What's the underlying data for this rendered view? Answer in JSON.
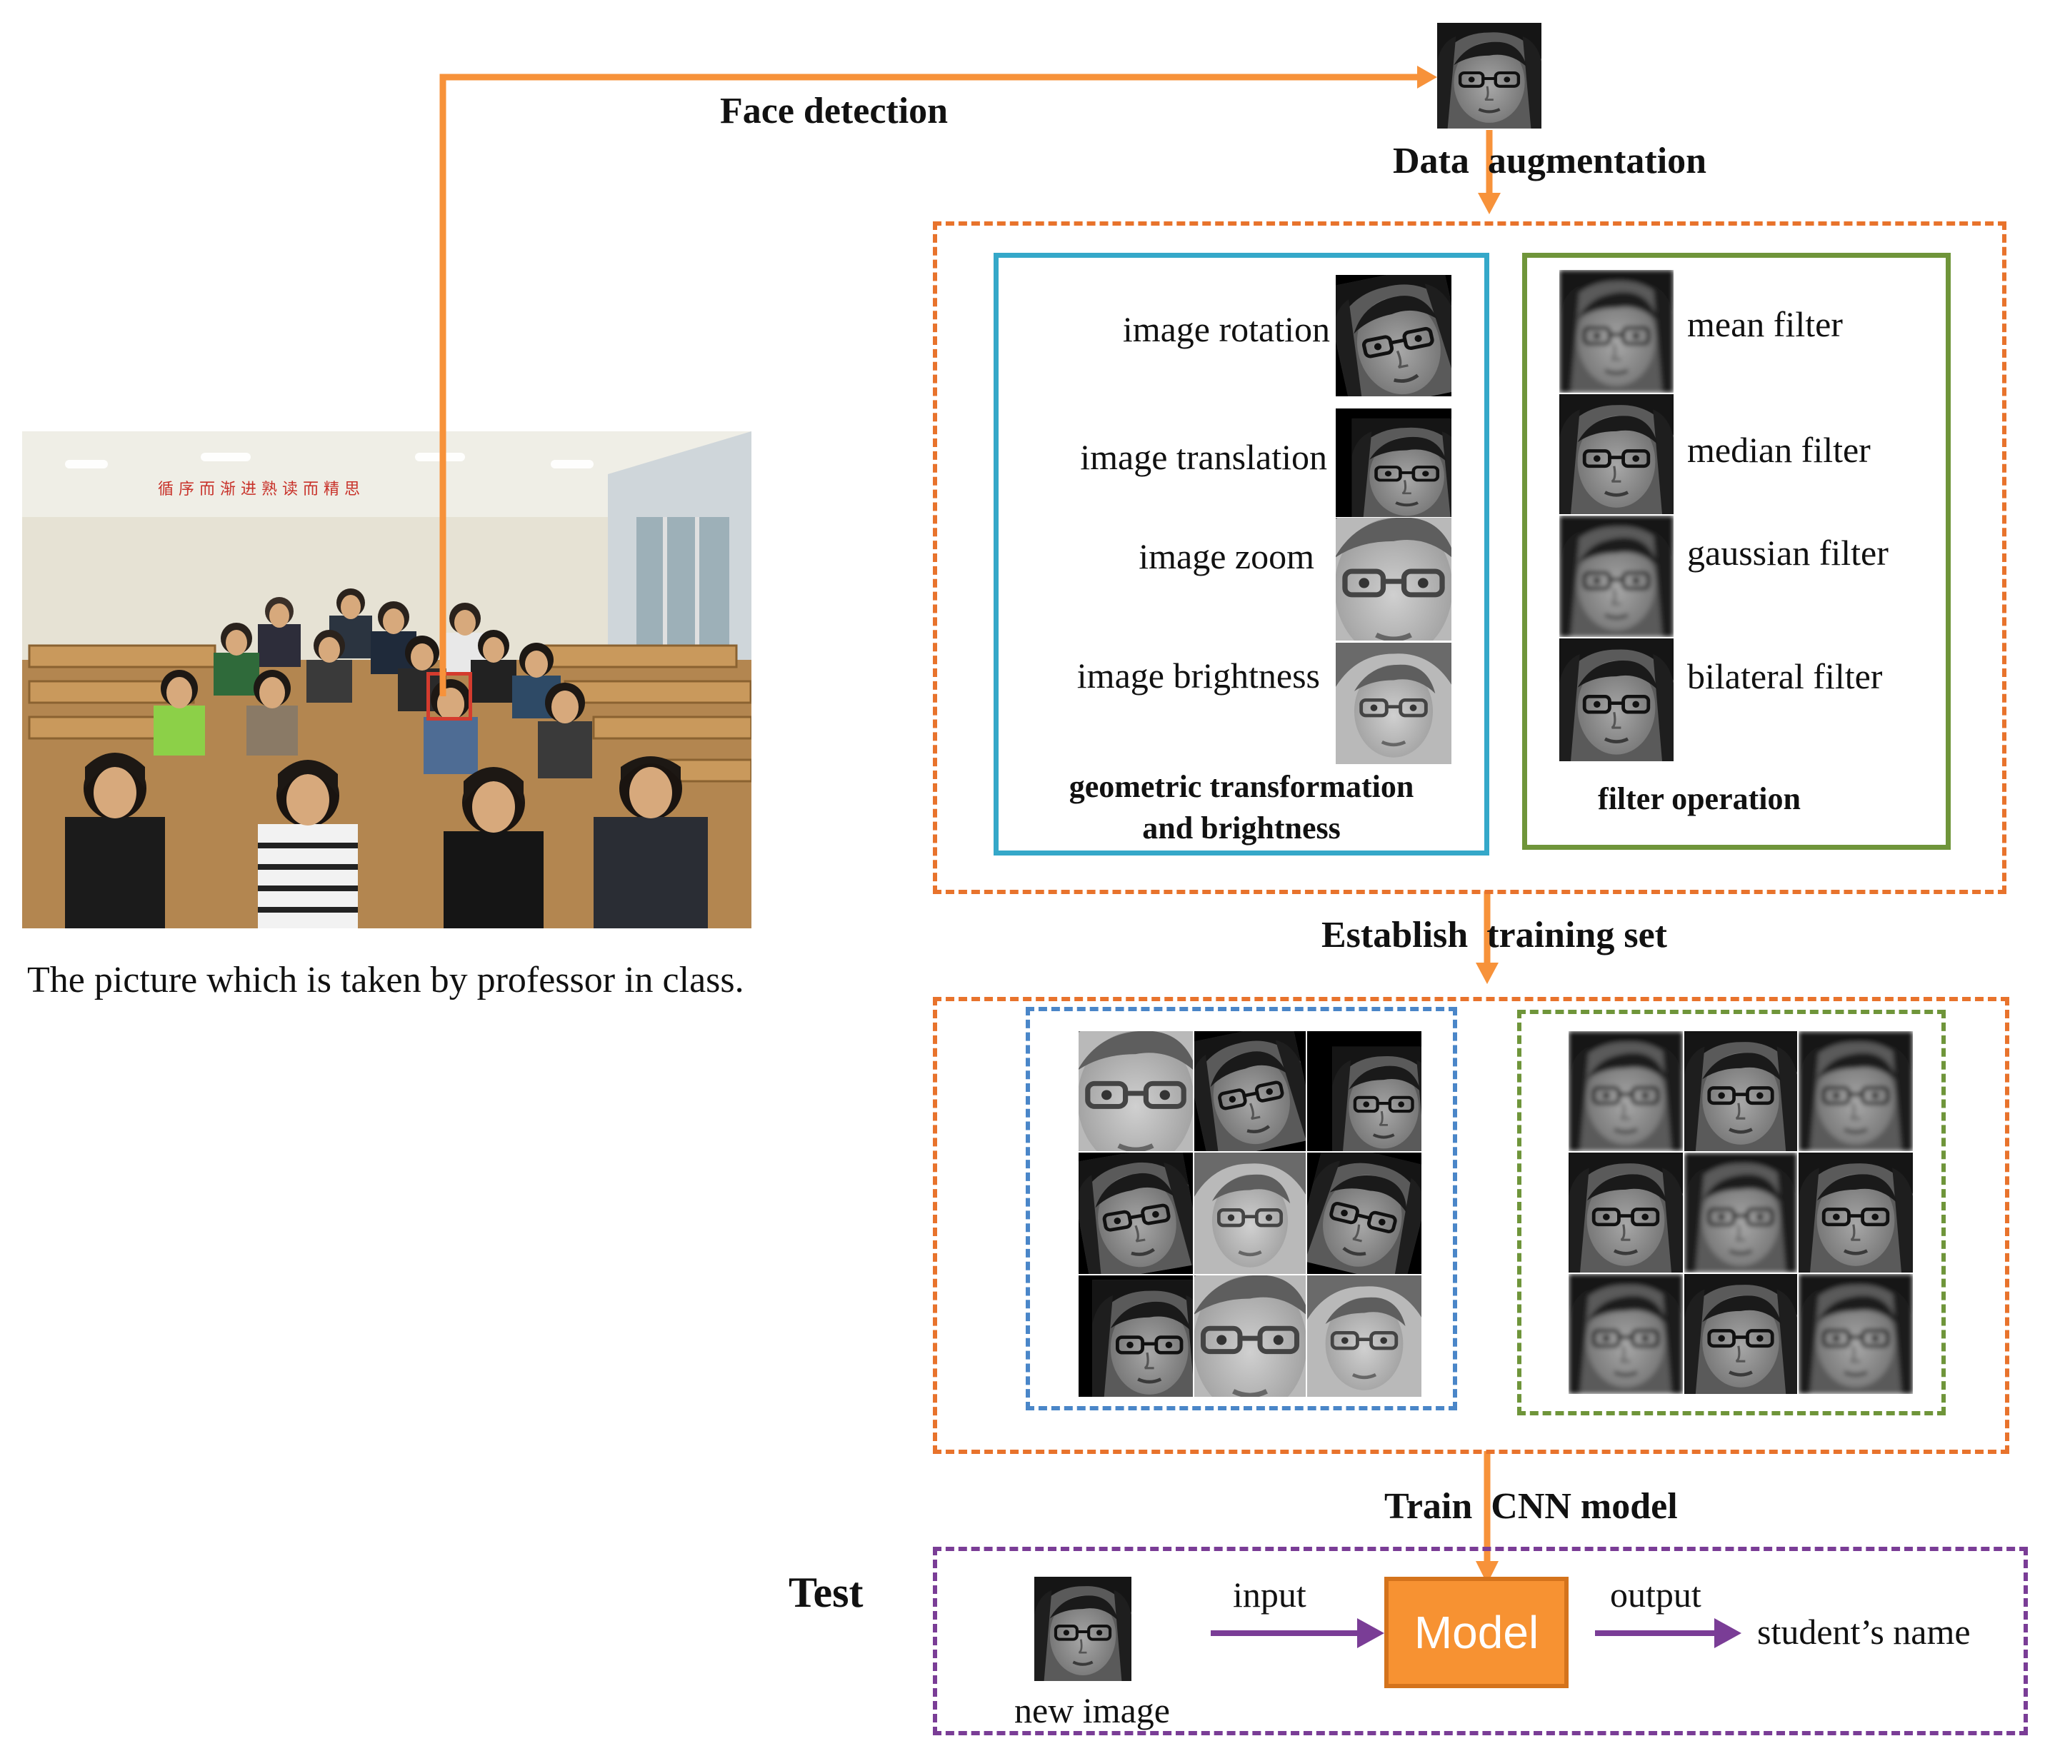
{
  "title_labels": {
    "face_detection": "Face detection",
    "data_augmentation": "Data  augmentation",
    "establish_training_set": "Establish  training set",
    "train_cnn_model": "Train  CNN model",
    "test": "Test"
  },
  "photo": {
    "caption": "The picture which is taken by professor in class.",
    "wall_banner": "循 序 而 渐 进     熟 读 而 精 思"
  },
  "geometric_box": {
    "items": [
      "image rotation",
      "image translation",
      "image zoom",
      "image brightness"
    ],
    "caption_line1": "geometric transformation",
    "caption_line2": "and brightness"
  },
  "filter_box": {
    "items": [
      "mean filter",
      "median filter",
      "gaussian filter",
      "bilateral filter"
    ],
    "caption": "filter operation"
  },
  "test_row": {
    "new_image": "new image",
    "input": "input",
    "model": "Model",
    "output": "output",
    "result": "student’s name"
  },
  "colors": {
    "orange_arrow": "#f7923a",
    "orange_dash": "#e8732c",
    "teal_box": "#35a8c9",
    "green_box": "#6f953a",
    "blue_dash": "#4a86c8",
    "purple": "#7a3d96",
    "model_fill": "#f79232",
    "model_border": "#d4731c",
    "red_marker": "#d43b2e"
  }
}
